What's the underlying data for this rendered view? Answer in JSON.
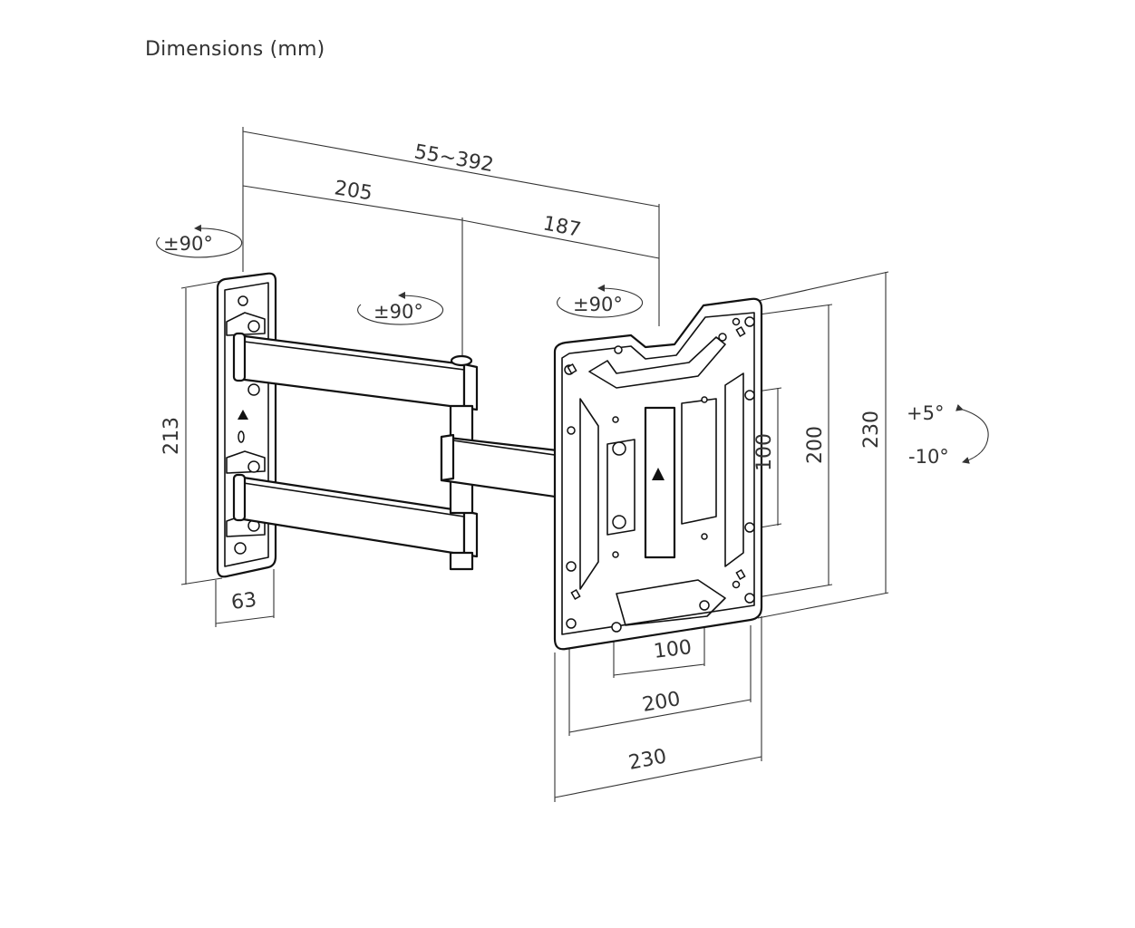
{
  "title": "Dimensions (mm)",
  "dimensions": {
    "arm_range": "55~392",
    "arm_segment_1": "205",
    "arm_segment_2": "187",
    "wall_plate_height": "213",
    "wall_plate_depth": "63",
    "vesa_small_vertical": "100",
    "vesa_large_vertical": "200",
    "plate_height": "230",
    "vesa_small_horizontal": "100",
    "vesa_large_horizontal": "200",
    "plate_width": "230"
  },
  "rotations": {
    "wall_swivel": "±90°",
    "arm_swivel": "±90°",
    "head_swivel": "±90°",
    "tilt_up": "+5°",
    "tilt_down": "-10°"
  },
  "icons": {
    "rotation": "rotation-arrow-icon",
    "tilt": "tilt-arrow-icon"
  }
}
